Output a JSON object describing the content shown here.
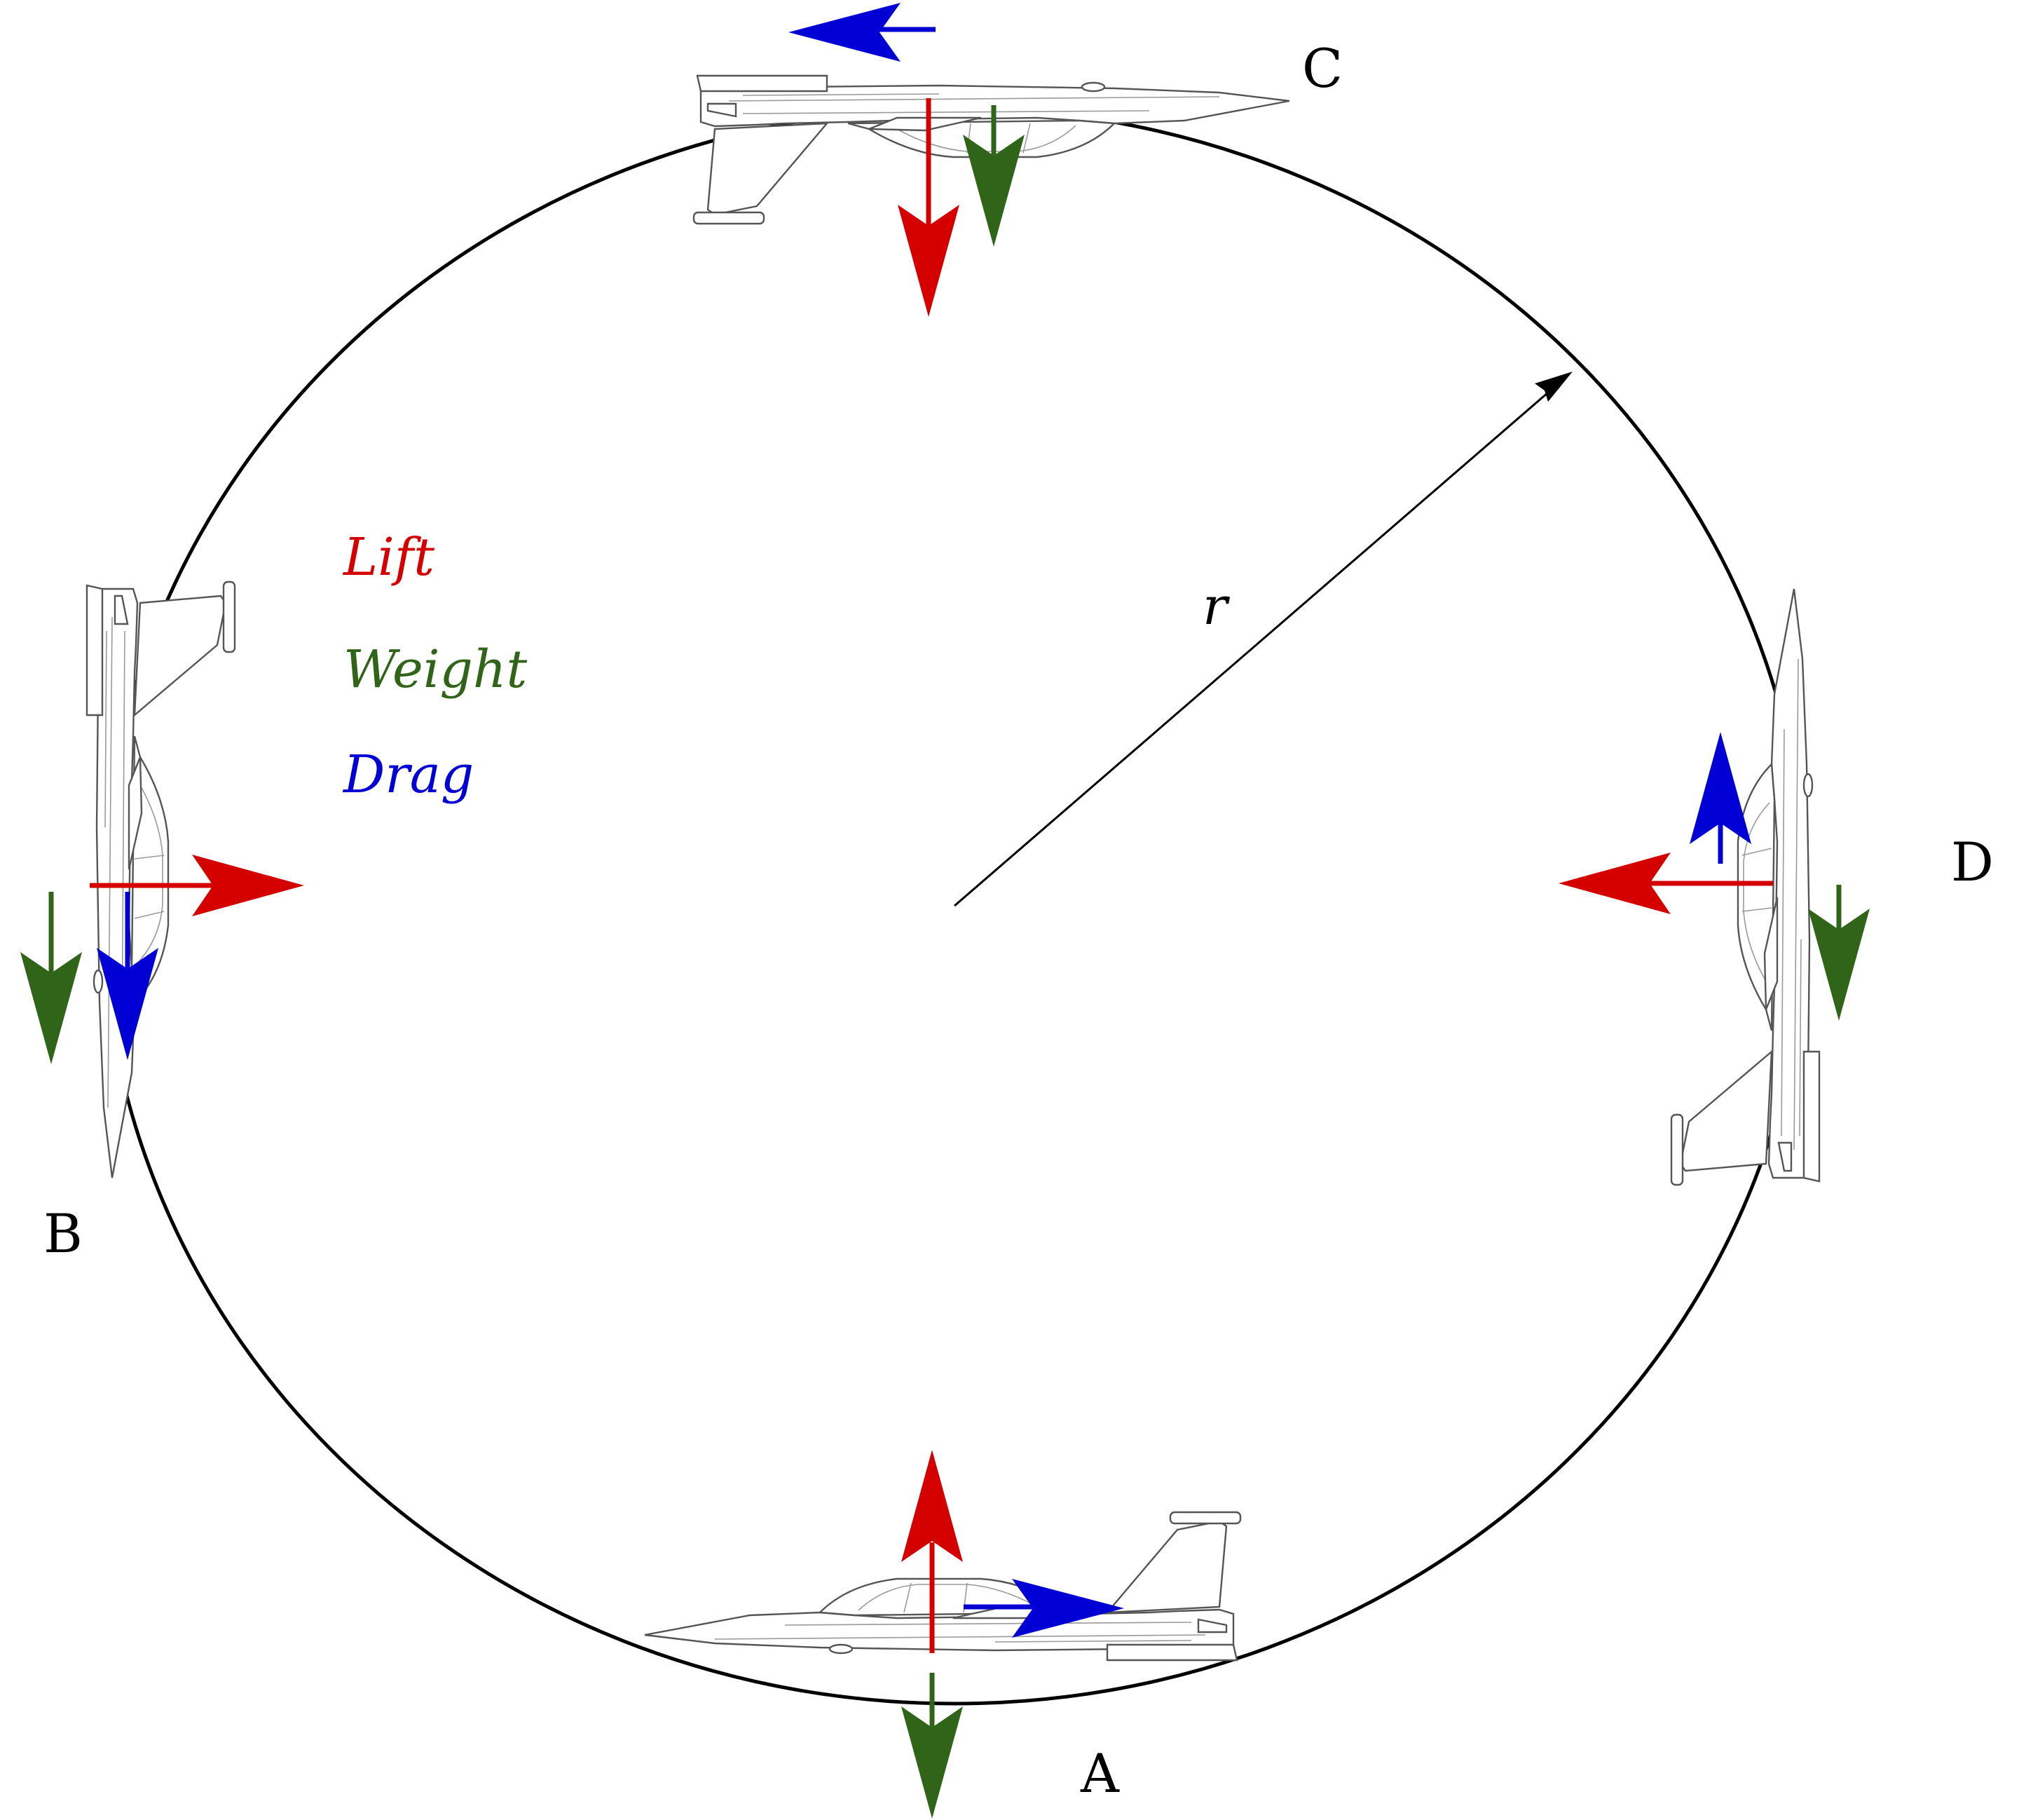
{
  "legend": {
    "lift": "Lift",
    "weight": "Weight",
    "drag": "Drag"
  },
  "radius_label": "r",
  "points": {
    "a": "A",
    "b": "B",
    "c": "C",
    "d": "D"
  },
  "colors": {
    "lift": "#d40000",
    "weight": "#2f6419",
    "drag": "#0000d4",
    "path": "#000000"
  },
  "icons": {
    "aircraft": "fighter-jet-side-view"
  }
}
